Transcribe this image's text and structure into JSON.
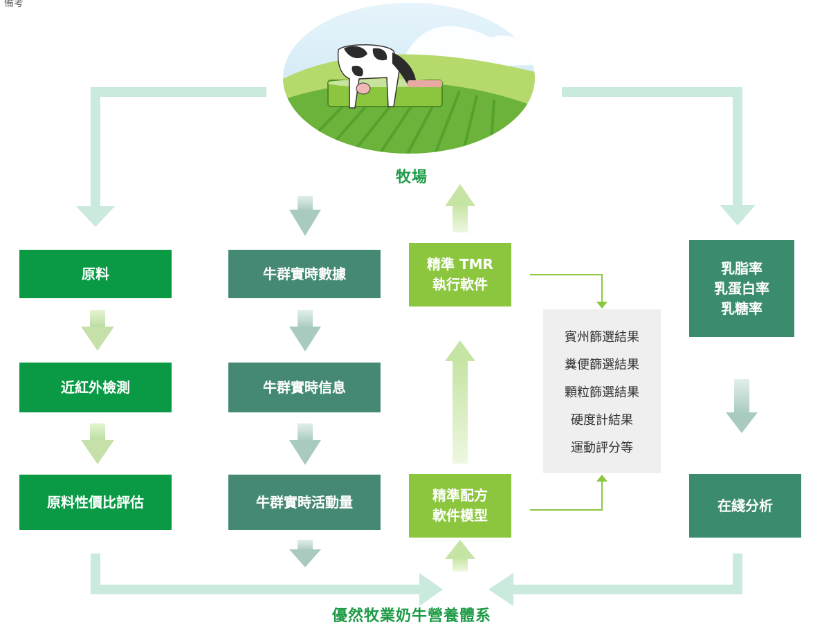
{
  "corner_text": "備考",
  "farm_label": "牧場",
  "bottom_label": "優然牧業奶牛營養體系",
  "col1": [
    "原料",
    "近紅外檢測",
    "原料性價比評估"
  ],
  "col2": [
    "牛群實時數據",
    "牛群實時信息",
    "牛群實時活動量"
  ],
  "col3": {
    "top": "精準 TMR\n執行軟件",
    "bottom": "精準配方\n軟件模型"
  },
  "results": [
    "賓州篩選結果",
    "糞便篩選結果",
    "顆粒篩選結果",
    "硬度計結果",
    "運動評分等"
  ],
  "col5": {
    "top": "乳脂率\n乳蛋白率\n乳糖率",
    "bottom": "在綫分析"
  },
  "colors": {
    "green": "#0a9a46",
    "teal": "#458974",
    "lime": "#8cc63f",
    "results_bg": "#efefef",
    "arrow_mint": "#bfe6d6",
    "label_green": "#1d9a45"
  }
}
